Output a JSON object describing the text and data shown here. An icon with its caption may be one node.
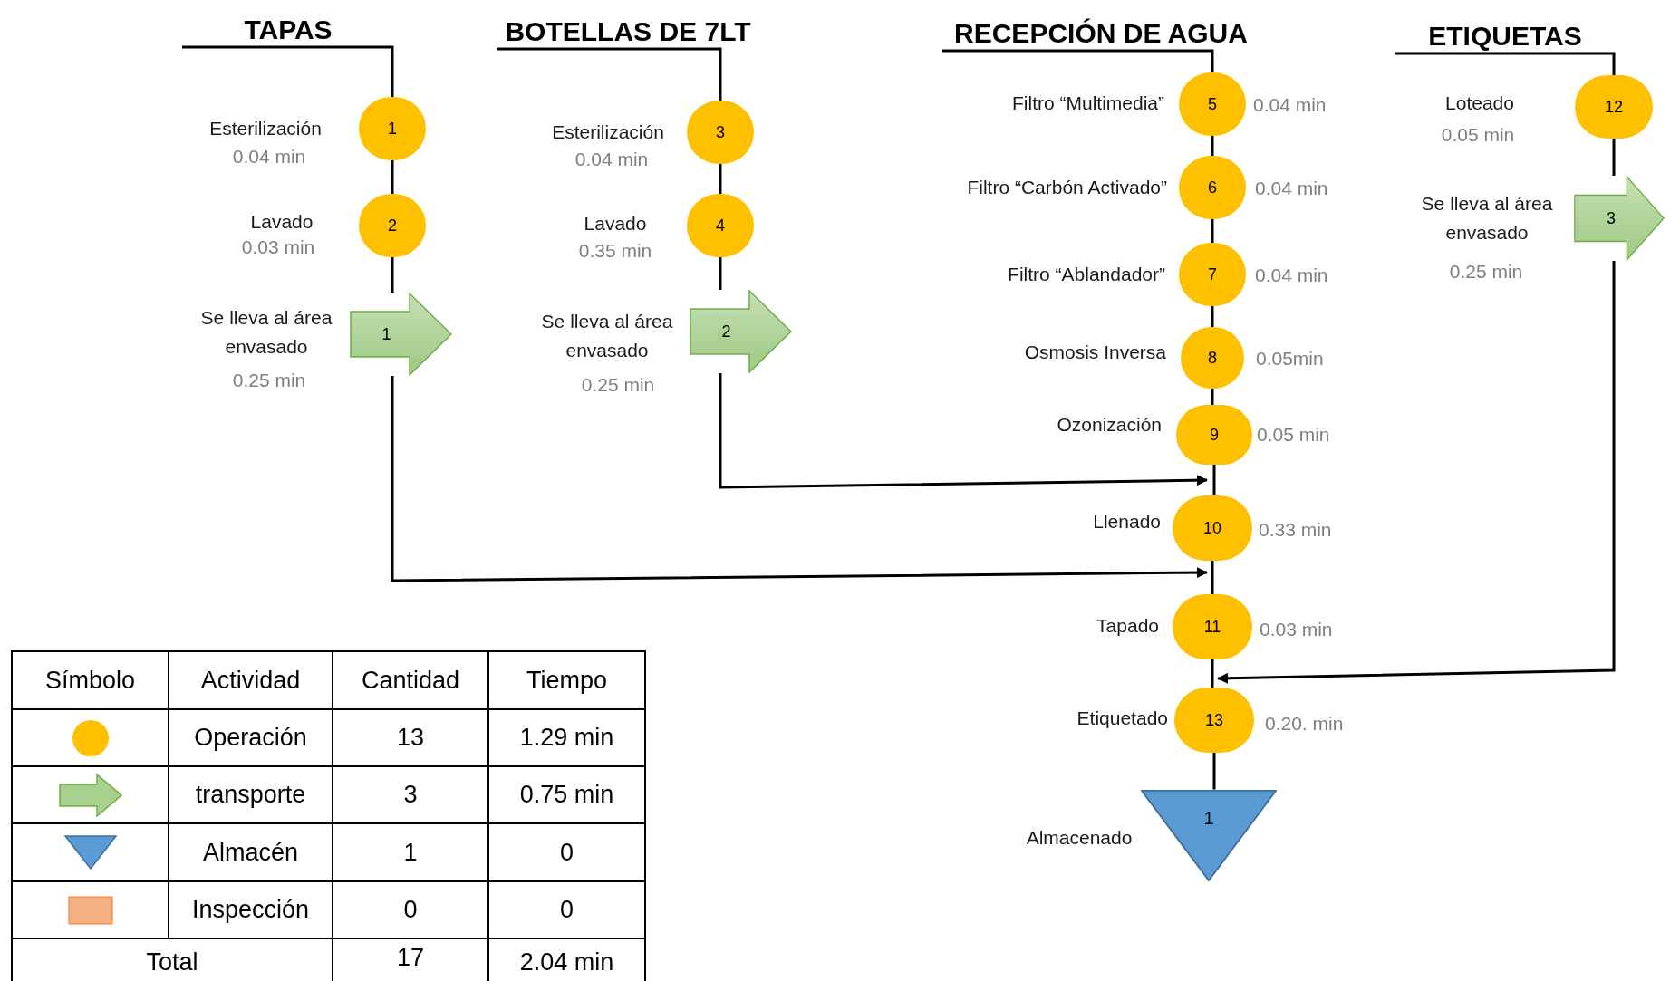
{
  "diagram": {
    "nodes": [
      {
        "text": [
          "TAPAS"
        ]
      },
      {
        "text": [
          "1"
        ],
        "beside": [
          "Esterilización",
          "0.04 min"
        ]
      },
      {
        "text": [
          "2"
        ],
        "beside": [
          "Lavado",
          "0.03 min"
        ]
      },
      {
        "text": [
          "1"
        ],
        "beside": [
          "Se lleva al área envasado",
          "0.25 min"
        ]
      },
      {
        "text": [
          "BOTELLAS DE 7LT"
        ]
      },
      {
        "text": [
          "3"
        ],
        "beside": [
          "Esterilización",
          "0.04 min"
        ]
      },
      {
        "text": [
          "4"
        ],
        "beside": [
          "Lavado",
          "0.35 min"
        ]
      },
      {
        "text": [
          "2"
        ],
        "beside": [
          "Se lleva al área envasado",
          "0.25 min"
        ]
      },
      {
        "text": [
          "RECEPCIÓN DE AGUA"
        ]
      },
      {
        "text": [
          "5"
        ],
        "beside": [
          "Filtro “Multimedia”",
          "0.04 min"
        ]
      },
      {
        "text": [
          "6"
        ],
        "beside": [
          "Filtro “Carbón Activado”",
          "0.04 min"
        ]
      },
      {
        "text": [
          "7"
        ],
        "beside": [
          "Filtro “Ablandador”",
          "0.04 min"
        ]
      },
      {
        "text": [
          "8"
        ],
        "beside": [
          "Osmosis Inversa",
          "0.05min"
        ]
      },
      {
        "text": [
          "9"
        ],
        "beside": [
          "Ozonización",
          "0.05 min"
        ]
      },
      {
        "text": [
          "10"
        ],
        "beside": [
          "Llenado",
          "0.33 min"
        ]
      },
      {
        "text": [
          "11"
        ],
        "beside": [
          "Tapado",
          "0.03 min"
        ]
      },
      {
        "text": [
          "13"
        ],
        "beside": [
          "Etiquetado",
          "0.20. min"
        ]
      },
      {
        "text": [
          "1"
        ],
        "beside": [
          "Almacenado"
        ]
      },
      {
        "text": [
          "ETIQUETAS"
        ]
      },
      {
        "text": [
          "12"
        ],
        "beside": [
          "Loteado",
          "0.05 min"
        ]
      },
      {
        "text": [
          "3"
        ],
        "beside": [
          "Se lleva al área envasado",
          "0.25 min"
        ]
      }
    ],
    "edges": [
      {
        "from": 0,
        "to": 1,
        "arrow": "none"
      },
      {
        "from": 1,
        "to": 2,
        "arrow": "none"
      },
      {
        "from": 2,
        "to": 3,
        "arrow": "none"
      },
      {
        "from": 3,
        "to": 15,
        "arrow": "to"
      },
      {
        "from": 4,
        "to": 5,
        "arrow": "none"
      },
      {
        "from": 5,
        "to": 6,
        "arrow": "none"
      },
      {
        "from": 6,
        "to": 7,
        "arrow": "none"
      },
      {
        "from": 7,
        "to": 14,
        "arrow": "to"
      },
      {
        "from": 8,
        "to": 9,
        "arrow": "none"
      },
      {
        "from": 9,
        "to": 10,
        "arrow": "none"
      },
      {
        "from": 10,
        "to": 11,
        "arrow": "none"
      },
      {
        "from": 11,
        "to": 12,
        "arrow": "none"
      },
      {
        "from": 12,
        "to": 13,
        "arrow": "none"
      },
      {
        "from": 13,
        "to": 14,
        "arrow": "none"
      },
      {
        "from": 14,
        "to": 15,
        "arrow": "none"
      },
      {
        "from": 15,
        "to": 16,
        "arrow": "none"
      },
      {
        "from": 16,
        "to": 17,
        "arrow": "none"
      },
      {
        "from": 18,
        "to": 19,
        "arrow": "none"
      },
      {
        "from": 19,
        "to": 20,
        "arrow": "none"
      },
      {
        "from": 20,
        "to": 16,
        "arrow": "to"
      }
    ],
    "labels": [
      "Símbolo",
      "Actividad",
      "Cantidad",
      "Tiempo",
      "Operación",
      "13",
      "1.29 min",
      "transporte",
      "3",
      "0.75 min",
      "Almacén",
      "1",
      "0",
      "Inspección",
      "0",
      "0",
      "Total",
      "17",
      "2.04 min"
    ]
  }
}
